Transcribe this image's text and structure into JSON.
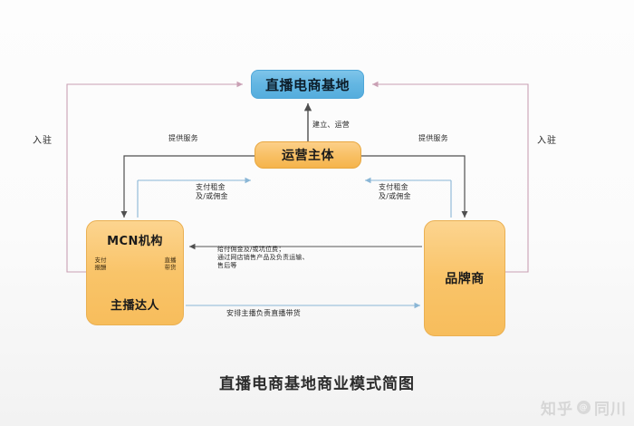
{
  "diagram": {
    "title": "直播电商基地商业模式简图",
    "nodes": {
      "base": "直播电商基地",
      "operator": "运营主体",
      "mcn": "MCN机构",
      "anchor": "主播达人",
      "brand": "品牌商"
    },
    "labels": {
      "establish_operate": "建立、运营",
      "provide_service_left": "提供服务",
      "provide_service_right": "提供服务",
      "pay_rent_left": "支付租金\n及/或佣金",
      "pay_rent_right": "支付租金\n及/或佣金",
      "commission_detail": "给付佣金及/或坑位费；\n通过网店销售产品及负责运输、\n售后等",
      "arrange_anchor": "安排主播负责直播带货",
      "settle_in_left": "入驻",
      "settle_in_right": "入驻",
      "pay_reward": "支付\n报酬",
      "live_selling": "直播\n带货"
    },
    "colors": {
      "base_box": "#63b6e2",
      "orange_box": "#f9c469",
      "settle_arrow": "#c9a0b4",
      "blue_arrow": "#8ab6d6",
      "dark_arrow": "#555555"
    }
  },
  "watermark": {
    "site": "知乎",
    "badge": "@",
    "user": "同川"
  }
}
